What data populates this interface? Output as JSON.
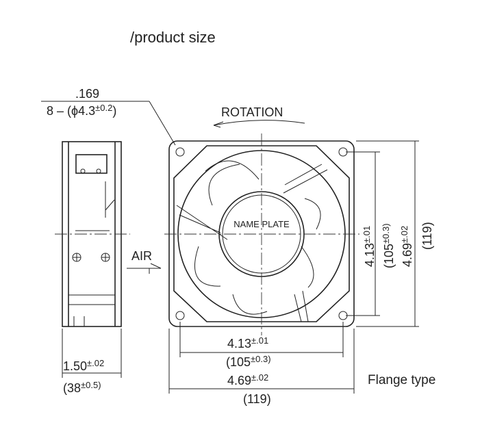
{
  "title": "/product size",
  "hole_spec": {
    "inch": ".169",
    "count_prefix": "8 – (",
    "metric": "ϕ4.3",
    "tol": "±0.2",
    "close": ")"
  },
  "rotation_label": "ROTATION",
  "air_label": "AIR",
  "name_plate": "NAME  PLATE",
  "dims": {
    "hole_pitch_in": "4.13",
    "hole_pitch_in_tol": "±.01",
    "hole_pitch_mm": "(105",
    "hole_pitch_mm_tol": "±0.3)",
    "frame_in": "4.69",
    "frame_in_tol": "±.02",
    "frame_mm": "(119)",
    "depth_in": "1.50",
    "depth_in_tol": "±.02",
    "depth_mm": "(38",
    "depth_mm_tol": "±0.5)"
  },
  "flange_type": "Flange type"
}
